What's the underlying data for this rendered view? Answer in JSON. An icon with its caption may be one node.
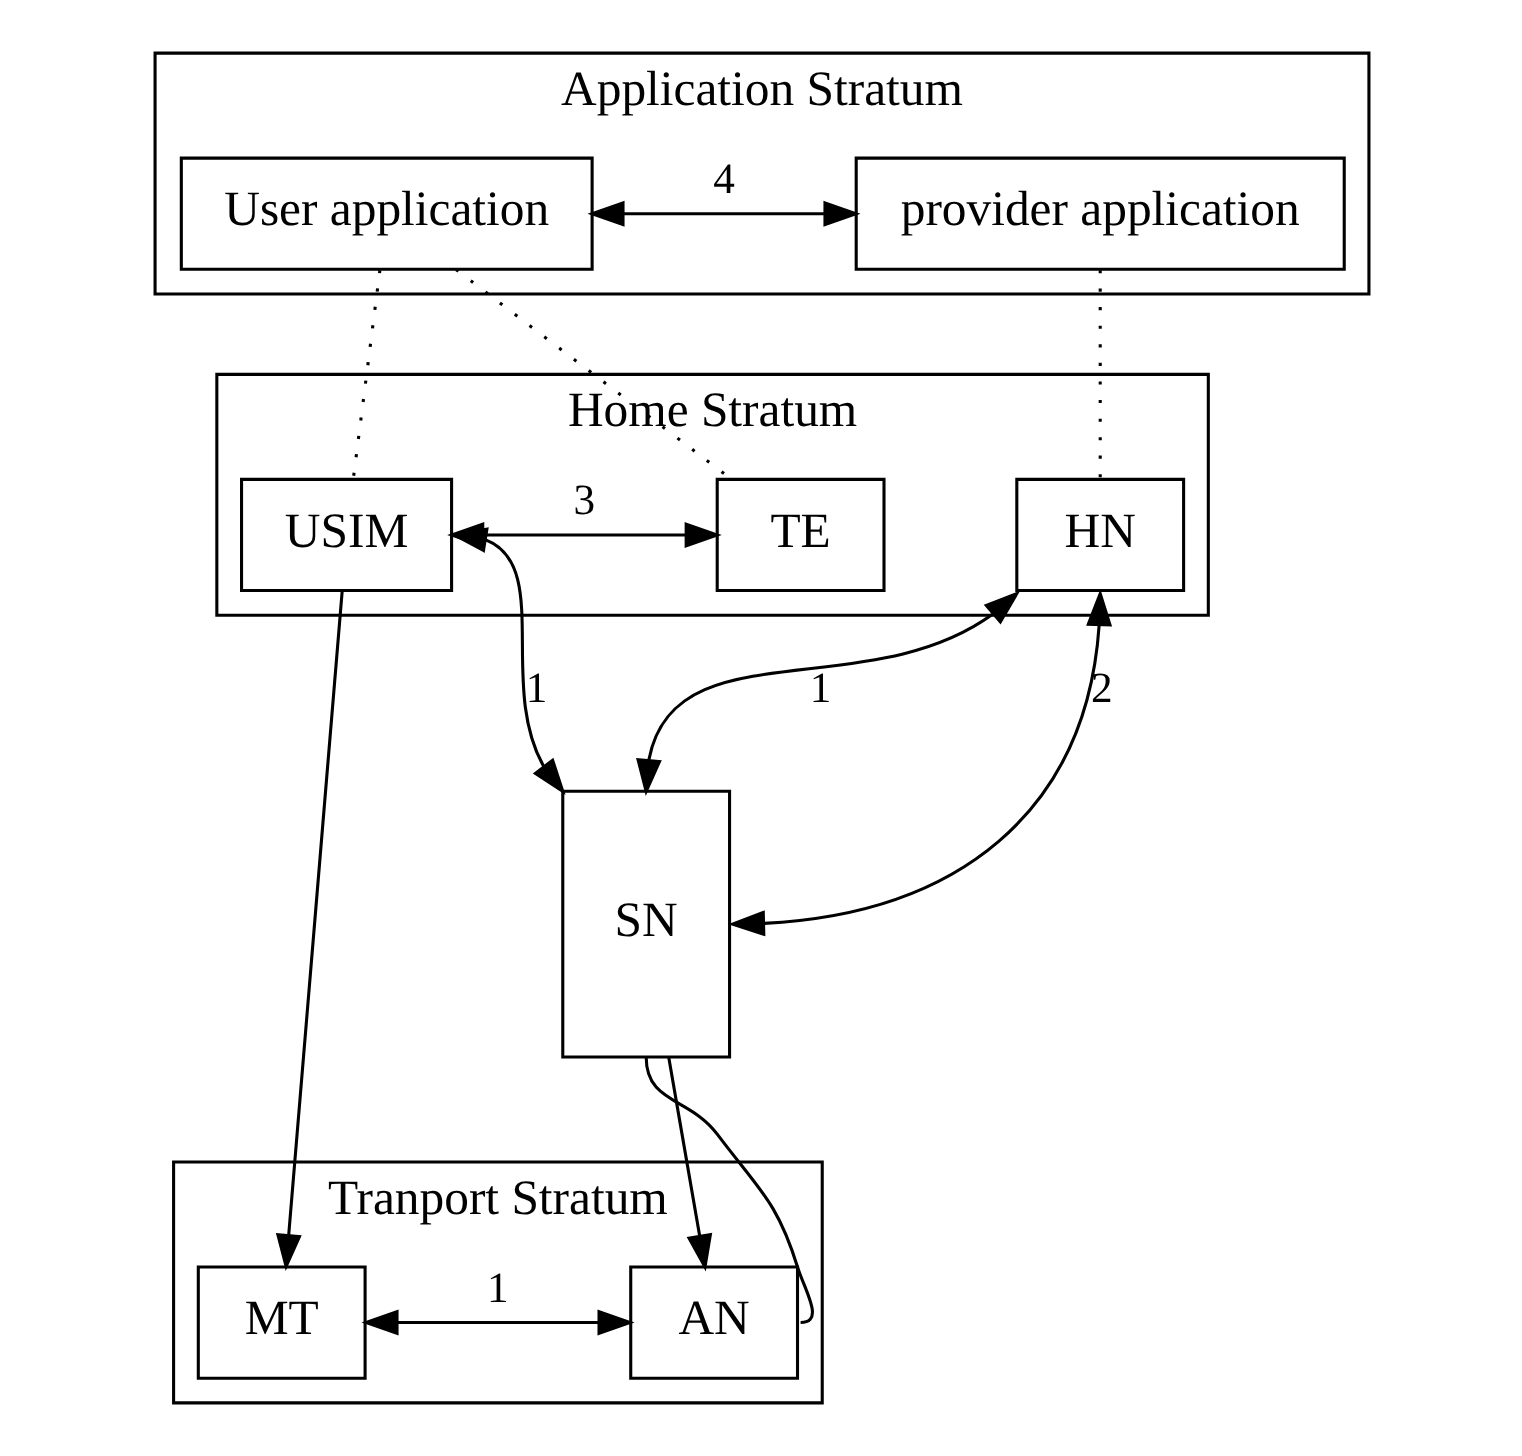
{
  "diagram": {
    "nodes": [
      {
        "text": [
          "Application Stratum"
        ]
      },
      {
        "text": [
          "User application"
        ],
        "in": 0
      },
      {
        "text": [
          "provider application"
        ],
        "in": 0
      },
      {
        "text": [
          "Home Stratum"
        ]
      },
      {
        "text": [
          "TE"
        ],
        "in": 3
      },
      {
        "text": [
          "USIM"
        ],
        "in": 3
      },
      {
        "text": [
          "HN"
        ],
        "in": 3
      },
      {
        "text": [
          "SN"
        ]
      },
      {
        "text": [
          "Tranport Stratum"
        ]
      },
      {
        "text": [
          "MT"
        ],
        "in": 8
      },
      {
        "text": [
          "AN"
        ],
        "in": 8
      }
    ],
    "edges": [
      {
        "from": 1,
        "to": 2,
        "arrow": "both",
        "label": "4"
      },
      {
        "from": 1,
        "to": 4,
        "arrow": "none",
        "style": "dashed"
      },
      {
        "from": 1,
        "to": 5,
        "arrow": "none",
        "style": "dashed"
      },
      {
        "from": 2,
        "to": 6,
        "arrow": "none",
        "style": "dashed"
      },
      {
        "from": 4,
        "to": 5,
        "arrow": "both",
        "label": "3"
      },
      {
        "from": 5,
        "to": 7,
        "arrow": "both",
        "label": "1"
      },
      {
        "from": 7,
        "to": 6,
        "arrow": "both",
        "label": "1"
      },
      {
        "from": 7,
        "to": 6,
        "arrow": "both",
        "label": "2"
      },
      {
        "from": 5,
        "to": 9,
        "arrow": "to"
      },
      {
        "from": 7,
        "to": 10,
        "arrow": "to"
      },
      {
        "from": 9,
        "to": 10,
        "arrow": "both",
        "label": "1"
      },
      {
        "from": 10,
        "to": 7,
        "arrow": "none"
      }
    ]
  }
}
